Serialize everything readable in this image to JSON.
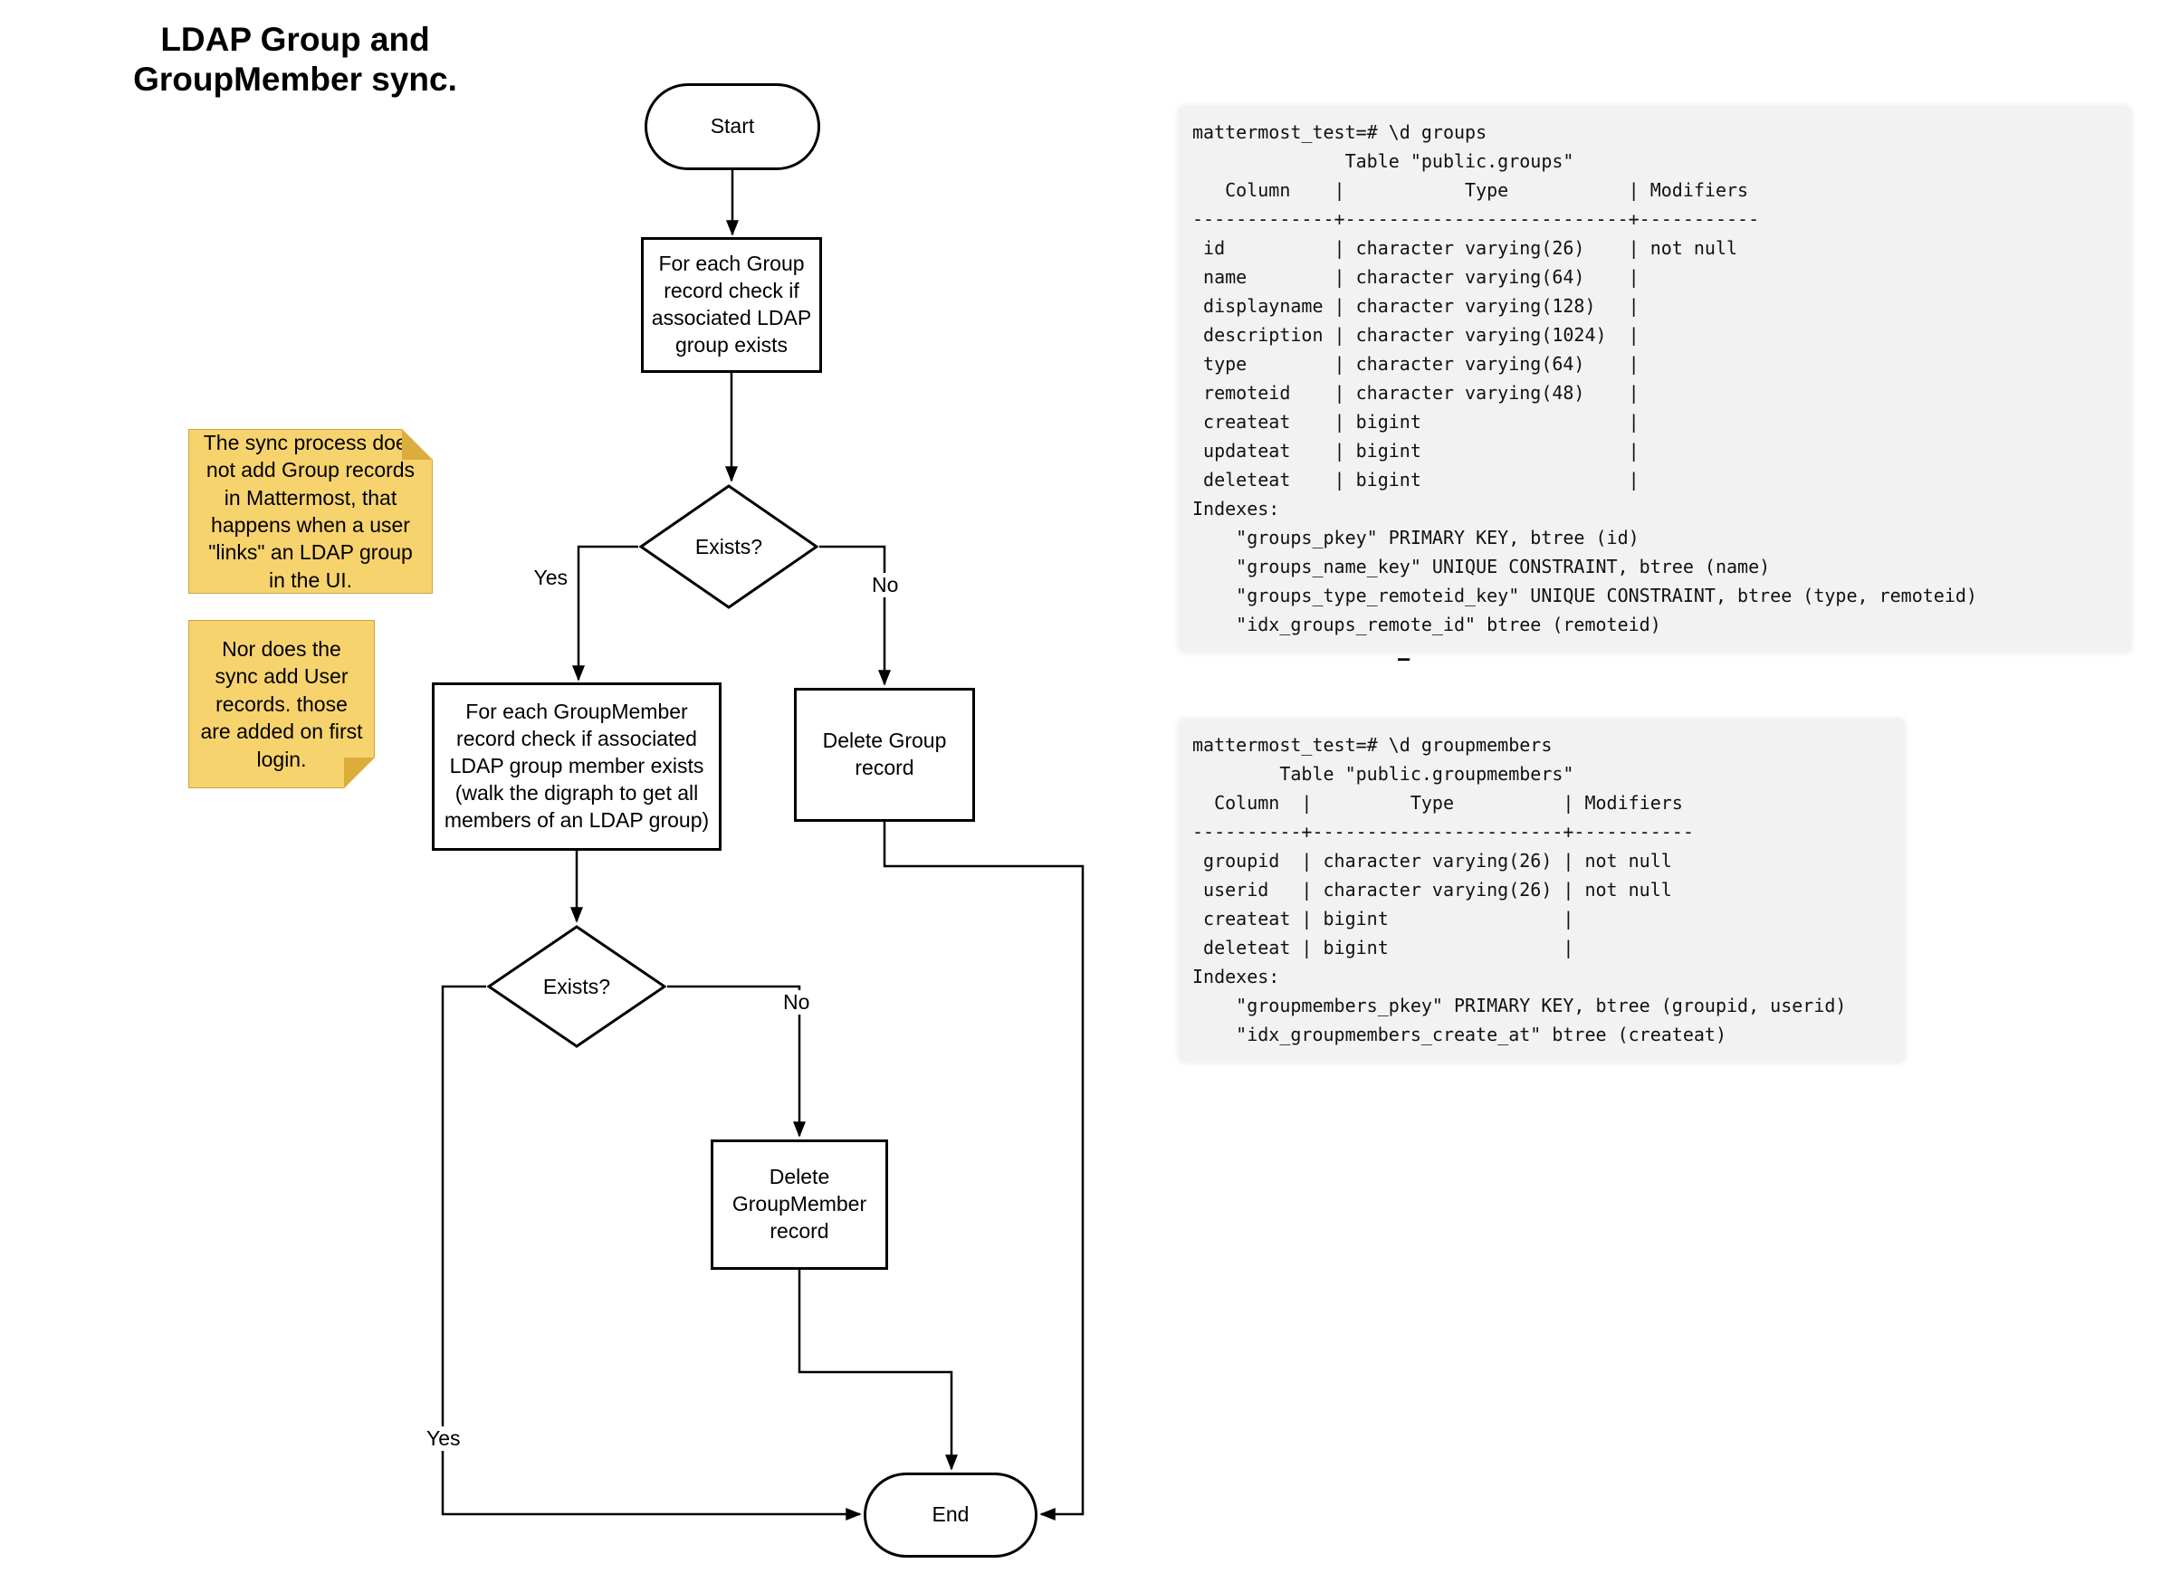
{
  "title": "LDAP Group and\nGroupMember sync.",
  "flowchart": {
    "start": "Start",
    "check_group": "For each Group record check if associated LDAP group exists",
    "exists_group": "Exists?",
    "yes_group": "Yes",
    "no_group": "No",
    "check_member": "For each GroupMember record check if associated LDAP group member exists (walk the digraph to get all members of an LDAP group)",
    "delete_group": "Delete Group record",
    "exists_member": "Exists?",
    "no_member": "No",
    "yes_member": "Yes",
    "delete_member": "Delete GroupMember record",
    "end": "End"
  },
  "notes": {
    "note1": "The sync process does not add Group records in Mattermost, that happens when a user \"links\" an LDAP group in the UI.",
    "note2": "Nor does the sync add User records. those are added on first login."
  },
  "terminals": {
    "groups": {
      "lines": [
        "mattermost_test=# \\d groups",
        "              Table \"public.groups\"",
        "   Column    |           Type           | Modifiers",
        "-------------+--------------------------+-----------",
        " id          | character varying(26)    | not null",
        " name        | character varying(64)    |",
        " displayname | character varying(128)   |",
        " description | character varying(1024)  |",
        " type        | character varying(64)    |",
        " remoteid    | character varying(48)    |",
        " createat    | bigint                   |",
        " updateat    | bigint                   |",
        " deleteat    | bigint                   |",
        "Indexes:",
        "    \"groups_pkey\" PRIMARY KEY, btree (id)",
        "    \"groups_name_key\" UNIQUE CONSTRAINT, btree (name)",
        "    \"groups_type_remoteid_key\" UNIQUE CONSTRAINT, btree (type, remoteid)",
        "    \"idx_groups_remote_id\" btree (remoteid)"
      ]
    },
    "groupmembers": {
      "lines": [
        "mattermost_test=# \\d groupmembers",
        "        Table \"public.groupmembers\"",
        "  Column  |         Type          | Modifiers",
        "----------+-----------------------+-----------",
        " groupid  | character varying(26) | not null",
        " userid   | character varying(26) | not null",
        " createat | bigint                |",
        " deleteat | bigint                |",
        "Indexes:",
        "    \"groupmembers_pkey\" PRIMARY KEY, btree (groupid, userid)",
        "    \"idx_groupmembers_create_at\" btree (createat)"
      ]
    },
    "separator": "–"
  },
  "colors": {
    "stroke": "#000000",
    "note_fill": "#F7D36E",
    "note_fold": "#DBAE3C",
    "note_border": "#C9A63D",
    "terminal_bg": "#F2F2F2"
  }
}
